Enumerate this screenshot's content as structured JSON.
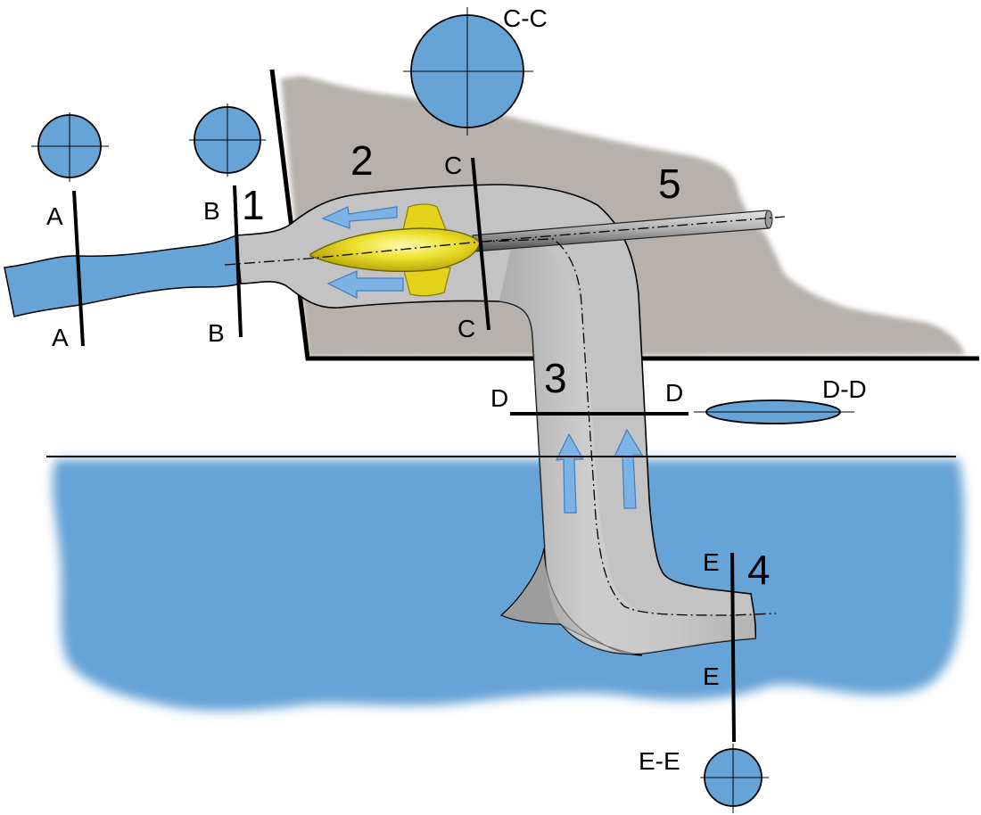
{
  "colors": {
    "water": "#66a3d6",
    "rock": "#b6b1ac",
    "duct_light": "#d4d4d4",
    "duct_mid": "#c3c3c3",
    "duct_dark": "#9d9d9d",
    "turbine": "#e3d218",
    "arrow": "#7cb2e6",
    "line": "#000000"
  },
  "labels": {
    "section_a": "A",
    "section_b": "B",
    "section_c": "C",
    "section_d": "D",
    "section_e": "E",
    "cut_cc": "C-C",
    "cut_dd": "D-D",
    "cut_ee": "E-E",
    "part_1": "1",
    "part_2": "2",
    "part_3": "3",
    "part_4": "4",
    "part_5": "5"
  }
}
